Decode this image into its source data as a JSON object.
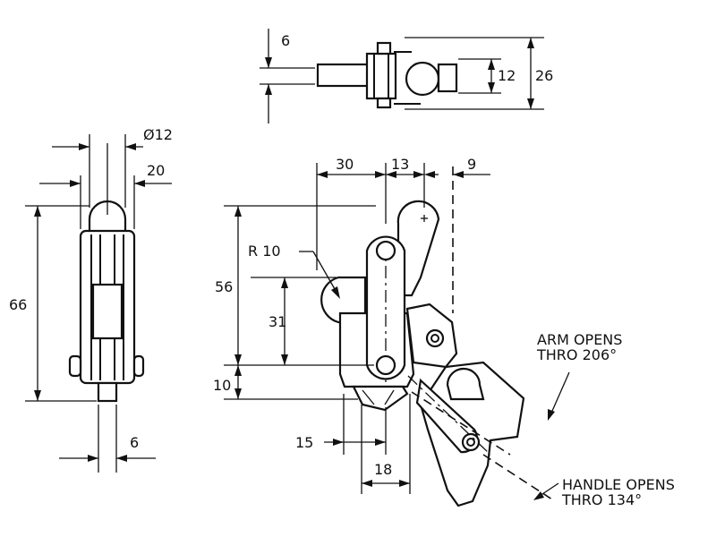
{
  "colors": {
    "ink": "#111111",
    "paper": "#ffffff"
  },
  "dimensions": {
    "top_thickness": "6",
    "top_inner_width": "12",
    "top_outer_width": "26",
    "pivot_diameter": "Ø12",
    "side_width": "20",
    "overall_height": "66",
    "base_thickness": "6",
    "horiz_reach": "30",
    "horiz_offset": "13",
    "right_gap": "9",
    "radius": "R 10",
    "height_56": "56",
    "height_31": "31",
    "height_10": "10",
    "base_15": "15",
    "base_18": "18"
  },
  "notes": {
    "arm_line1": "ARM OPENS",
    "arm_line2": "THRO 206°",
    "handle_line1": "HANDLE OPENS",
    "handle_line2": "THRO 134°"
  }
}
